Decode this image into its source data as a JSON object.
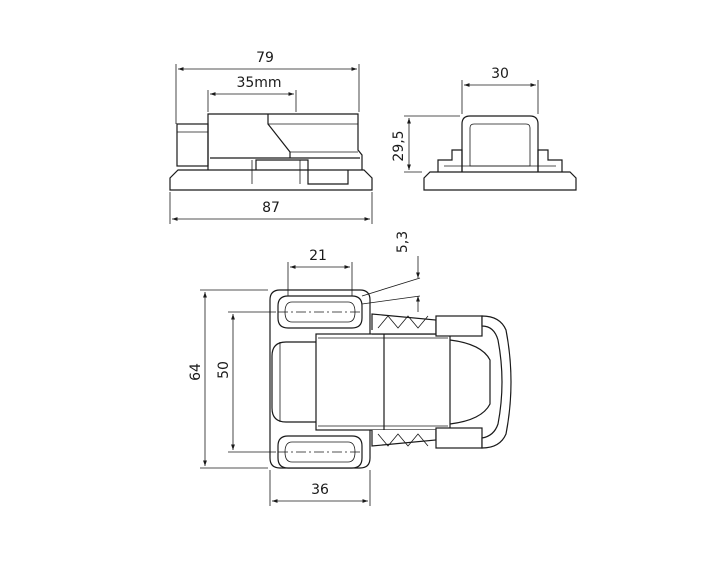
{
  "dimensions": {
    "side_top_width": "79",
    "side_slot_length": "35mm",
    "side_overall_width": "87",
    "end_width": "30",
    "end_height": "29,5",
    "plan_slot_length": "21",
    "plan_offset": "5,3",
    "plan_overall_height": "64",
    "plan_slot_spacing": "50",
    "plan_base_width": "36"
  }
}
